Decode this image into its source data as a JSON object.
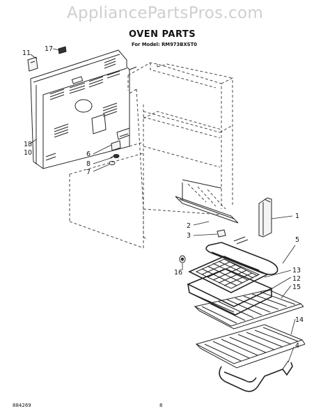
{
  "watermark": "AppliancePartsPros.com",
  "title": "OVEN PARTS",
  "subtitle": "For Model: RM973BXST0",
  "footer": {
    "code": "884269",
    "page": "8"
  },
  "callouts": {
    "c1": "1",
    "c2": "2",
    "c3": "3",
    "c4": "4",
    "c5": "5",
    "c6": "6",
    "c7": "7",
    "c8": "8",
    "c10": "10",
    "c11": "11",
    "c12": "12",
    "c13": "13",
    "c14": "14",
    "c15": "15",
    "c16": "16",
    "c17": "17",
    "c18": "18"
  }
}
